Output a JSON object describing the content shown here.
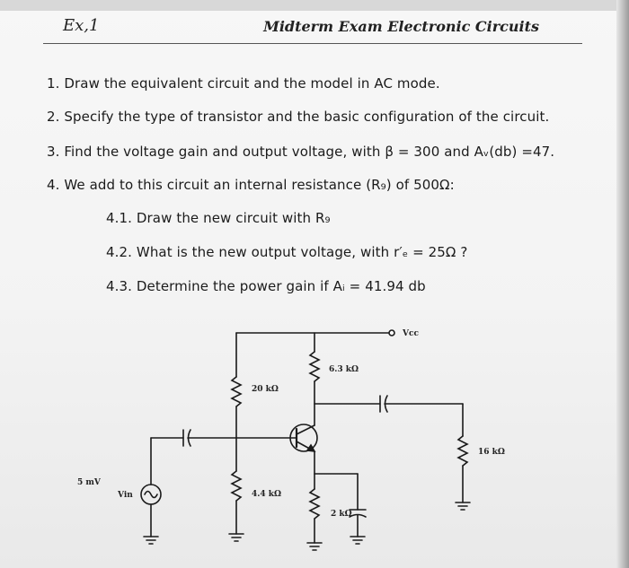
{
  "header": {
    "left": "Ex,1",
    "right": "Midterm Exam Electronic Circuits"
  },
  "questions": {
    "q1": "1. Draw the equivalent circuit and the model in AC mode.",
    "q2": "2. Specify the type of transistor and the basic configuration of the circuit.",
    "q3": "3. Find the voltage gain and output voltage, with β = 300 and Aᵥ(db) =47.",
    "q4": "4. We add to this circuit an internal resistance (R₉) of 500Ω:",
    "s1": "4.1. Draw the new circuit with R₉",
    "s2": "4.2. What is the new output voltage, with r′ₑ = 25Ω ?",
    "s3": "4.3. Determine the power gain if Aᵢ = 41.94 db"
  },
  "circuit": {
    "vcc": "Vcc",
    "r1": "20 kΩ",
    "rc": "6.3 kΩ",
    "r2": "4.4 kΩ",
    "re": "2 kΩ",
    "rl": "16 kΩ",
    "source_value": "5 mV",
    "source_name": "Vin"
  }
}
